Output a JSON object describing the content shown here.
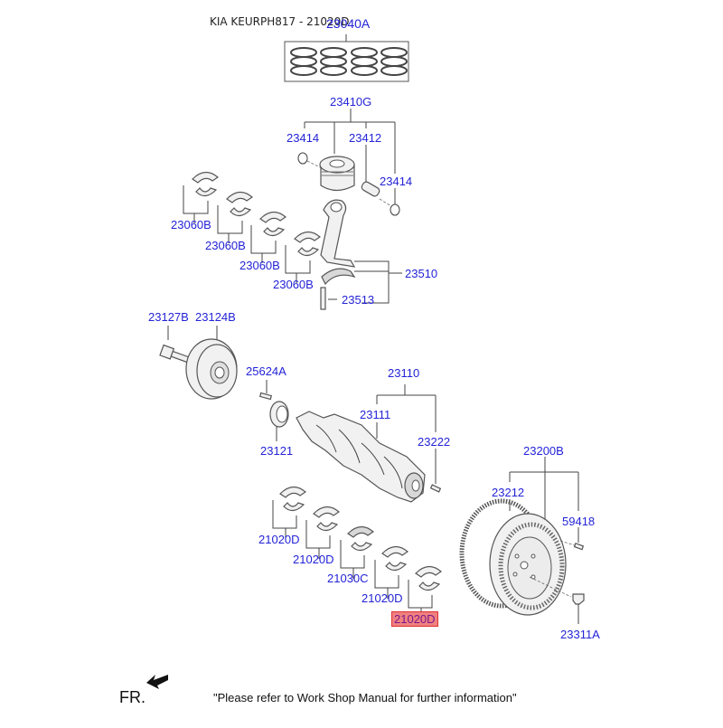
{
  "header": {
    "title": "KIA KEURPH817 - 21020D"
  },
  "parts": {
    "piston_ring_set": "23040A",
    "piston_assy": "23410G",
    "snap_ring_left": "23414",
    "piston_pin": "23412",
    "snap_ring_right": "23414",
    "conrod_bearing_1": "23060B",
    "conrod_bearing_2": "23060B",
    "conrod_bearing_3": "23060B",
    "conrod_bearing_4": "23060B",
    "connecting_rod_assy": "23510",
    "conrod_bolt": "23513",
    "pulley_bolt": "23127B",
    "damper_pulley": "23124B",
    "key": "25624A",
    "crank_sprocket": "23121",
    "crankshaft_assy": "23110",
    "crankshaft": "23111",
    "pin": "23222",
    "flywheel_assy": "23200B",
    "ring_gear": "23212",
    "dowel_pin": "59418",
    "flywheel_bolt": "23311A",
    "main_bearing_1": "21020D",
    "main_bearing_2": "21020D",
    "main_bearing_3": "21030C",
    "main_bearing_4": "21020D",
    "main_bearing_5_selected": "21020D"
  },
  "selected_part": "21020D",
  "colors": {
    "label": "#2323d8",
    "highlight_bg": "#f08080",
    "highlight_text": "#7a1a8a"
  },
  "footer": {
    "direction_label": "FR.",
    "note": "\"Please refer to Work Shop Manual for further information\""
  }
}
